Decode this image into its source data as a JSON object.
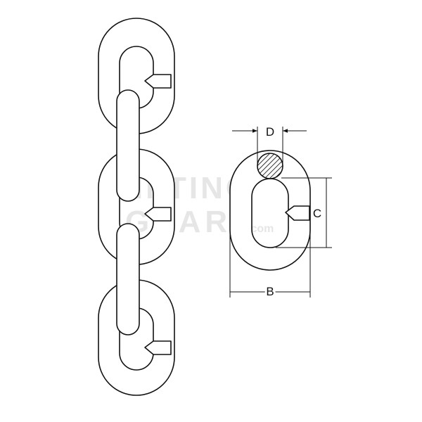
{
  "dimensions": {
    "d_label": "D",
    "c_label": "C",
    "b_label": "B"
  },
  "watermark": {
    "line1": "LIFTING",
    "line2": "GEAR",
    "suffix": ".com"
  },
  "colors": {
    "stroke": "#111111",
    "hatch": "#333333",
    "watermark": "#e6e6e6"
  }
}
